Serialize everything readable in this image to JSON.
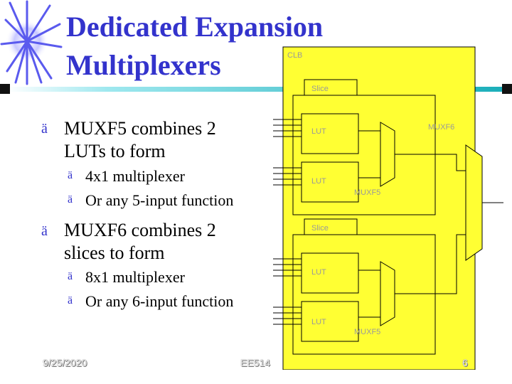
{
  "title": {
    "line1": "Dedicated Expansion",
    "line2": "Multiplexers"
  },
  "bullets": [
    {
      "text_line1": "MUXF5 combines 2",
      "text_line2": "LUTs to form",
      "sub": [
        "4x1 multiplexer",
        "Or any 5-input function"
      ]
    },
    {
      "text_line1": "MUXF6 combines 2",
      "text_line2": "slices to form",
      "sub": [
        "8x1 multiplexer",
        "Or any 6-input function"
      ]
    }
  ],
  "bullet_glyph": "ä",
  "footer": {
    "date": "9/25/2020",
    "course": "EE514",
    "page": "6"
  },
  "figure": {
    "clb_label": "CLB",
    "slice_label": "Slice",
    "lut_label": "LUT",
    "muxf5_label": "MUXF5",
    "muxf6_label": "MUXF6"
  },
  "colors": {
    "title": "#3333cc",
    "clb_fill": "#ffff33",
    "accent_bar": "#1aaeb9"
  }
}
